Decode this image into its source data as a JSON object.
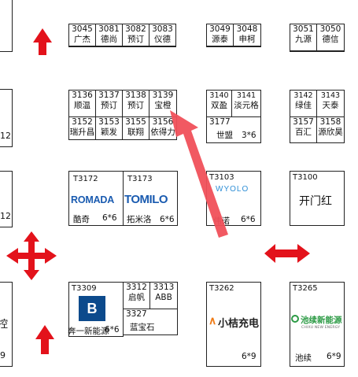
{
  "top_row": {
    "group1": [
      {
        "num": "3045",
        "name": "广杰"
      },
      {
        "num": "3081",
        "name": "德尚"
      },
      {
        "num": "3082",
        "name": "预订"
      },
      {
        "num": "3083",
        "name": "仪德"
      }
    ],
    "group2": [
      {
        "num": "3049",
        "name": "源泰"
      },
      {
        "num": "3048",
        "name": "申柯"
      }
    ],
    "group3": [
      {
        "num": "3051",
        "name": "九源"
      },
      {
        "num": "3050",
        "name": "德信"
      }
    ]
  },
  "mid_block": {
    "row1": [
      {
        "num": "3136",
        "name": "顺温"
      },
      {
        "num": "3137",
        "name": "预订"
      },
      {
        "num": "3138",
        "name": "预订"
      },
      {
        "num": "3139",
        "name": "宝橙"
      }
    ],
    "row2": [
      {
        "num": "3152",
        "name": "瑞升昌"
      },
      {
        "num": "3153",
        "name": "颖发"
      },
      {
        "num": "3155",
        "name": "联翔"
      },
      {
        "num": "3156",
        "name": "依得力"
      }
    ]
  },
  "block_3140": {
    "cells": [
      {
        "num": "3140",
        "name": "双盈"
      },
      {
        "num": "3141",
        "name": "淡元格"
      }
    ],
    "bottom": {
      "num": "3177",
      "name": "世盟",
      "size": "3*6"
    }
  },
  "block_3142": {
    "row1": [
      {
        "num": "3142",
        "name": "绿佳"
      },
      {
        "num": "3143",
        "name": "天泰"
      }
    ],
    "row2": [
      {
        "num": "3157",
        "name": "百汇"
      },
      {
        "num": "3158",
        "name": "源欣昊"
      }
    ]
  },
  "t3172": {
    "id": "T3172",
    "logo": "ROMADA",
    "name": "酷奇",
    "size": "6*6"
  },
  "t3173": {
    "id": "T3173",
    "logo": "TOMILO",
    "name": "拓米洛",
    "size": "6*6"
  },
  "t3103": {
    "id": "T3103",
    "logo": "WYOLO",
    "name": "伟诺",
    "size": "6*6"
  },
  "t3100": {
    "id": "T3100",
    "name": "开门红"
  },
  "t3309": {
    "id": "T3309",
    "name": "奔一新能源",
    "size": "6*6",
    "logo_letter": "B"
  },
  "block_3312": {
    "cells": [
      {
        "num": "3312",
        "name": "启帆"
      },
      {
        "num": "3313",
        "name": "ABB"
      }
    ],
    "bottom": {
      "num": "3327",
      "name": "蓝宝石"
    }
  },
  "t3262": {
    "id": "T3262",
    "logo": "小桔充电",
    "size": "6*9"
  },
  "t3265": {
    "id": "T3265",
    "logo": "池续新能源",
    "logo_sub": "CHIXU NEW ENERGY",
    "name": "池续",
    "size": "6*9"
  },
  "left_edge": {
    "label_a": "12",
    "label_b": "12",
    "label_c": "控",
    "label_d": "9"
  },
  "colors": {
    "arrow_red": "#e3121b",
    "pointer_red": "#f0505a",
    "romada_blue": "#1a5bb0",
    "tomilo_blue": "#1a5bb0",
    "wyolo_blue": "#2f8fd6",
    "benyi_blue": "#0c4a8c",
    "xiaoju_orange": "#f07b16",
    "chixu_green": "#2b9a44"
  }
}
